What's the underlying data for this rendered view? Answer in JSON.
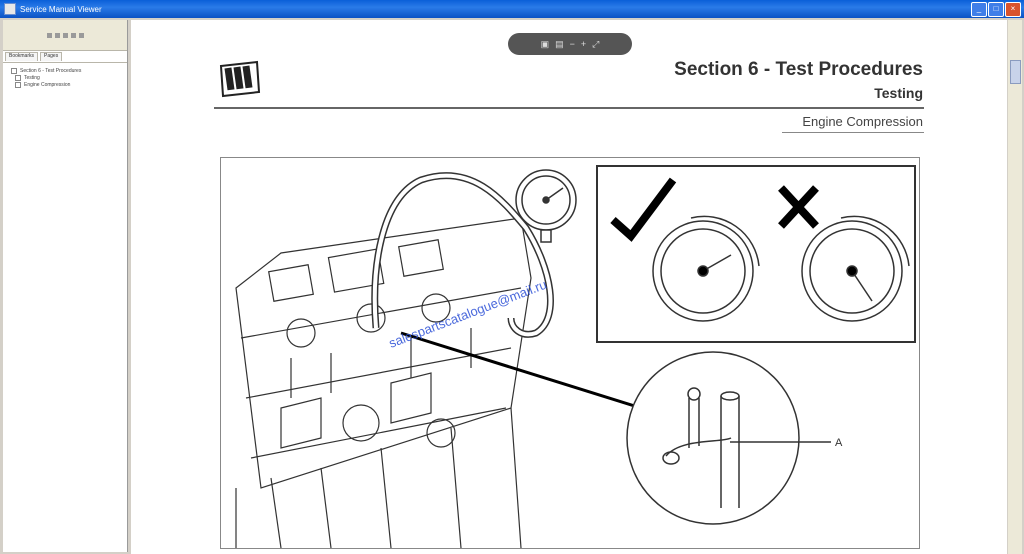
{
  "window": {
    "title": "Service Manual Viewer"
  },
  "left_panel": {
    "tabs": [
      "Bookmarks",
      "Pages"
    ],
    "tree": [
      "Section 6 - Test Procedures",
      "Testing",
      "Engine Compression"
    ]
  },
  "document": {
    "section_title": "Section 6 - Test Procedures",
    "subsection": "Testing",
    "topic": "Engine Compression",
    "watermark": "salespartscatalogue@mail.ru",
    "callout_label": "A"
  },
  "colors": {
    "titlebar": "#0a5fd8",
    "watermark": "#2b4fd6"
  }
}
